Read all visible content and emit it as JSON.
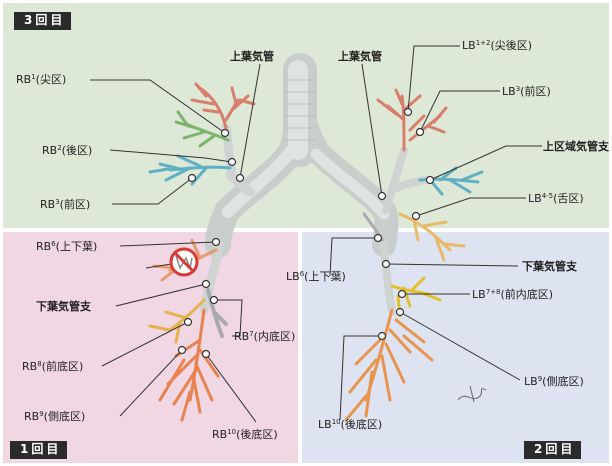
{
  "section_tags": {
    "round3": "3回目",
    "round1": "1回目",
    "round2": "2回目"
  },
  "labels": {
    "upper_bronchus_right": "上葉気管",
    "upper_bronchus_left": "上葉気管",
    "rb1": {
      "base": "RB",
      "sup": "1",
      "suffix": "(尖区)"
    },
    "rb2": {
      "base": "RB",
      "sup": "2",
      "suffix": "(後区)"
    },
    "rb3": {
      "base": "RB",
      "sup": "3",
      "suffix": "(前区)"
    },
    "rb6": {
      "base": "RB",
      "sup": "6",
      "suffix": "(上下葉)"
    },
    "rb7": {
      "base": "RB",
      "sup": "7",
      "suffix": "(内底区)"
    },
    "rb8": {
      "base": "RB",
      "sup": "8",
      "suffix": "(前底区)"
    },
    "rb9": {
      "base": "RB",
      "sup": "9",
      "suffix": "(側底区)"
    },
    "rb10": {
      "base": "RB",
      "sup": "10",
      "suffix": "(後底区)"
    },
    "lower_lobe_bronchus_right": "下葉気管支",
    "lb12": {
      "base": "LB",
      "sup": "1+2",
      "suffix": "(尖後区)"
    },
    "lb3": {
      "base": "LB",
      "sup": "3",
      "suffix": "(前区)"
    },
    "upper_division_bronchus": "上区域気管支",
    "lb45": {
      "base": "LB",
      "sup": "4-5",
      "suffix": "(舌区)"
    },
    "lb6": {
      "base": "LB",
      "sup": "6",
      "suffix": "(上下葉)"
    },
    "lower_lobe_bronchus_left": "下葉気管支",
    "lb78": {
      "base": "LB",
      "sup": "7+8",
      "suffix": "(前内底区)"
    },
    "lb9": {
      "base": "LB",
      "sup": "9",
      "suffix": "(側底区)"
    },
    "lb10": {
      "base": "LB",
      "sup": "10",
      "suffix": "(後底区)"
    }
  },
  "colors": {
    "zone_round3": "#dde9d6",
    "zone_round1": "#f1d6e4",
    "zone_round2": "#dde3f0",
    "trachea": "#d6dbd9",
    "rb1_apical": "#d77f6c",
    "rb2_posterior": "#7db46c",
    "rb3_anterior": "#5fb0c4",
    "rb6_superior": "#e79a6c",
    "rb7_medial": "#a8aab0",
    "rb8_anterior_basal": "#e5b24c",
    "rb10_posterior_basal": "#e8824f",
    "lb12_apicoposterior": "#d77f6c",
    "lb3_anterior": "#d77f6c",
    "lb_upper_division": "#5fb0c4",
    "lb45_lingular": "#e9b96a",
    "lb6_superior": "#a8aab0",
    "lb78_anteromedial_basal": "#e0c12a",
    "lb10_posterior_basal": "#e8944f",
    "prohibited_sign": "#d83a36"
  }
}
